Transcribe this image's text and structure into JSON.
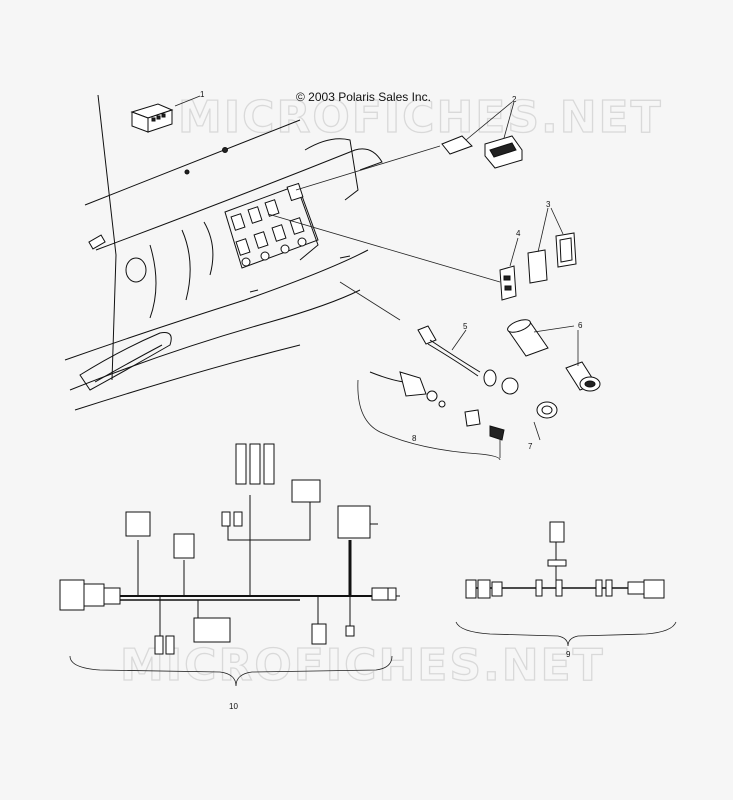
{
  "copyright": "© 2003 Polaris Sales Inc.",
  "watermark": "MICROFICHES.NET",
  "callouts": [
    {
      "id": "1",
      "label": "1"
    },
    {
      "id": "2",
      "label": "2"
    },
    {
      "id": "3",
      "label": "3"
    },
    {
      "id": "4",
      "label": "4"
    },
    {
      "id": "5",
      "label": "5"
    },
    {
      "id": "6",
      "label": "6"
    },
    {
      "id": "7",
      "label": "7"
    },
    {
      "id": "8",
      "label": "8"
    },
    {
      "id": "9",
      "label": "9"
    },
    {
      "id": "10",
      "label": "10"
    }
  ]
}
